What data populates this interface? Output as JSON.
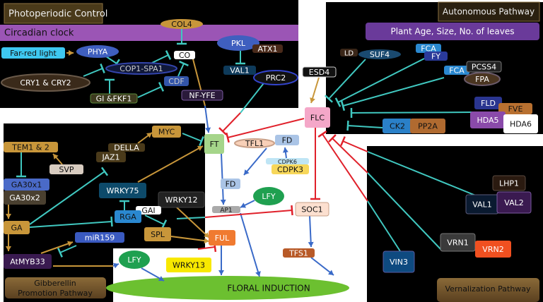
{
  "regions": {
    "photoperiodic": "Photoperiodic Control",
    "circadian": "Circadian clock",
    "autonomous": "Autonomous Pathway",
    "plant_age": "Plant Age, Size, No. of leaves",
    "gibberellin_line1": "Gibberellin",
    "gibberellin_line2": "Promotion  Pathway",
    "vernalization": "Vernalization Pathway",
    "floral_induction": "FLORAL INDUCTION"
  },
  "nodes": {
    "col4": "COL4",
    "far_red": "Far-red light",
    "phya": "PHYA",
    "cop1": "COP1-SPA1",
    "cry": "CRY1 & CRY2",
    "gi": "GI &FKF1",
    "co": "CO",
    "cdf": "CDF",
    "nfyfe": "NF-YFE",
    "pkl": "PKL",
    "atx1": "ATX1",
    "val1_top": "VAL1",
    "prc2": "PRC2",
    "ld": "LD",
    "suf4": "SUF4",
    "fca1": "FCA",
    "fy": "FY",
    "fca2": "FCA",
    "pcss4": "PCSS4",
    "fpa": "FPA",
    "esd4": "ESD4",
    "flc": "FLC",
    "fld": "FLD",
    "fve": "FVE",
    "hda5": "HDA5",
    "hda6": "HDA6",
    "ck2": "CK2",
    "pp2a": "PP2A",
    "ft": "FT",
    "tfl1": "TFL1",
    "fd1": "FD",
    "cdpk6": "CDPK6",
    "cdpk3": "CDPK3",
    "fd2": "FD",
    "lfy1": "LFY",
    "ap1": "AP1",
    "soc1": "SOC1",
    "ful": "FUL",
    "tfs1": "TFS1",
    "wrky13": "WRKY13",
    "lfy2": "LFY",
    "tem": "TEM1 & 2",
    "svp": "SVP",
    "ga30x1": "GA30x1",
    "ga30x2": "GA30x2",
    "ga": "GA",
    "atmyb33": "AtMYB33",
    "della": "DELLA",
    "jaz1": "JAZ1",
    "myc": "MYC",
    "wrky75": "WRKY75",
    "wrky12": "WRKY12",
    "gai": "GAI",
    "rga": "RGA",
    "spl": "SPL",
    "mir159": "miR159",
    "lhp1": "LHP1",
    "val1": "VAL1",
    "val2": "VAL2",
    "vrn1": "VRN1",
    "vrn2": "VRN2",
    "vin3": "VIN3"
  },
  "colors": {
    "inhibition_teal": "#40c8c0",
    "inhibition_red": "#e0202a",
    "activation_blue": "#3a6ac8",
    "activation_orange": "#c8963a",
    "floral_green": "#6cc030"
  }
}
